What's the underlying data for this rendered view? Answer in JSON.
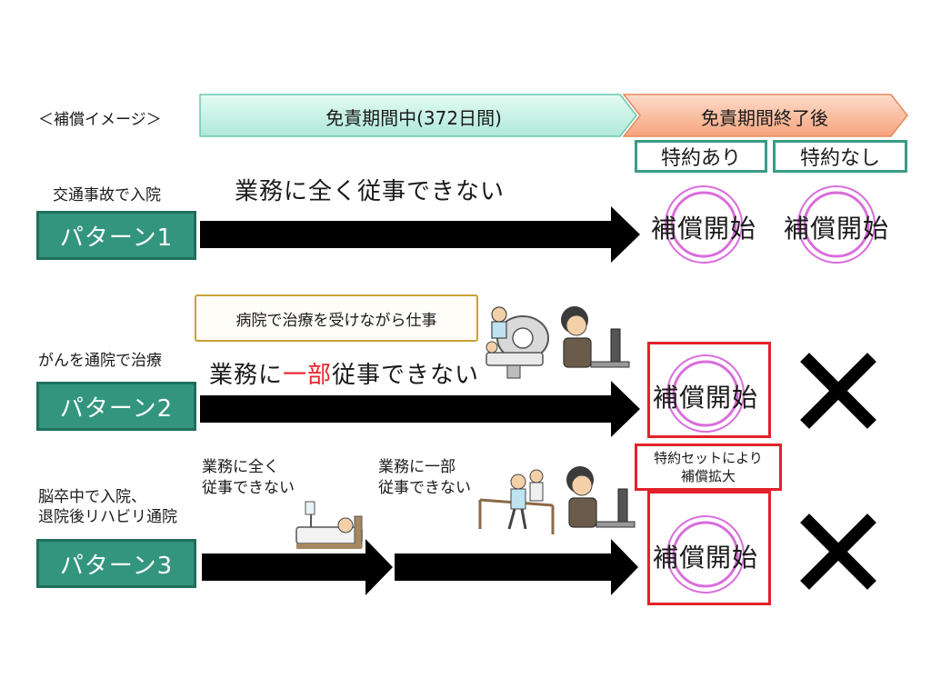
{
  "header": {
    "caption": "＜補償イメージ＞",
    "phase_during": "免責期間中(372日間)",
    "phase_after": "免責期間終了後"
  },
  "special_terms": {
    "with": "特約あり",
    "without": "特約なし"
  },
  "patterns": [
    {
      "situation_lines": [
        "交通事故で入院"
      ],
      "label": "パターン1",
      "work_status": "業務に全く従事できない",
      "with_special": "補償開始",
      "without_special": "補償開始"
    },
    {
      "situation_lines": [
        "がんを通院で治療"
      ],
      "label": "パターン2",
      "work_status_parts": [
        "業務に",
        "一部",
        "従事できない"
      ],
      "callout": "病院で治療を受けながら仕事",
      "with_special": "補償開始",
      "without_special_icon": "cross-icon"
    },
    {
      "situation_lines": [
        "脳卒中で入院、",
        "退院後リハビリ通院"
      ],
      "label": "パターン3",
      "phase1_lines": [
        "業務に全く",
        "従事できない"
      ],
      "phase2_lines": [
        "業務に一部",
        "従事できない"
      ],
      "expansion_lines": [
        "特約セットにより",
        "補償拡大"
      ],
      "with_special": "補償開始",
      "without_special_icon": "cross-icon"
    }
  ],
  "colors": {
    "phase_during_fill": "#c8f2e6",
    "phase_after_fill": "#f9b895",
    "pattern_fill": "#33957e",
    "special_border": "#3a9b85",
    "circle_stroke": "#d96ddc",
    "highlight_red": "#e2222b",
    "callout_border": "#c9a237"
  }
}
